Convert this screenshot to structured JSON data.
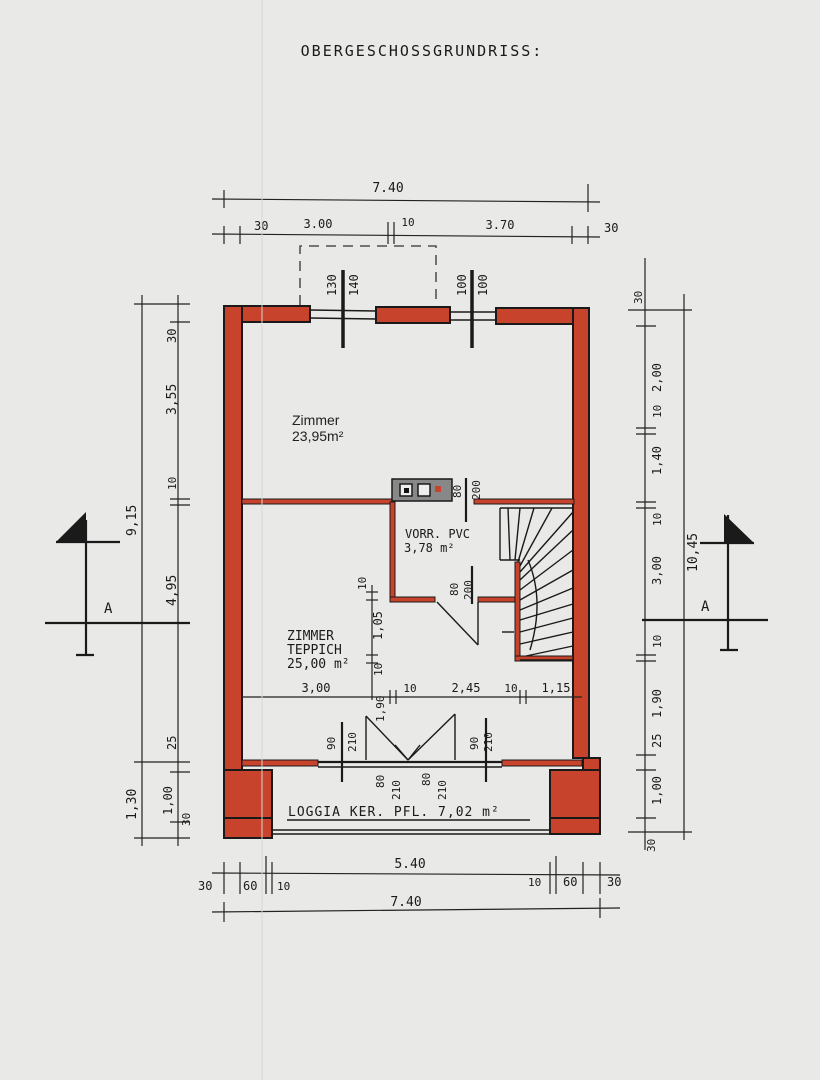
{
  "title": "OBERGESCHOSSGRUNDRISS:",
  "rooms": {
    "zimmer_top_name": "Zimmer",
    "zimmer_top_area": "23,95m²",
    "vorraum_name": "VORR. PVC",
    "vorraum_area": "3,78 m²",
    "zimmer_main_name": "ZIMMER",
    "zimmer_main_floor": "TEPPICH",
    "zimmer_main_area": "25,00 m²",
    "loggia": "LOGGIA KER. PFL. 7,02 m²"
  },
  "dims_top": {
    "overall": "7.40",
    "left_wall": "30",
    "left_seg": "3.00",
    "mid_wall": "10",
    "right_seg": "3.70",
    "right_wall": "30"
  },
  "windows_top": {
    "w1_width": "130",
    "w1_height": "140",
    "w2_width": "100",
    "w2_height": "100"
  },
  "door_vorr": {
    "width": "80",
    "height": "200"
  },
  "door_vorr2": {
    "width": "80",
    "height": "200"
  },
  "dims_left": {
    "overall": "9,15",
    "top_wall": "30",
    "seg1": "3,55",
    "seg2": "10",
    "seg3": "4,95",
    "seg4": "25",
    "loggia_total": "1,30",
    "loggia_seg": "1,00",
    "bottom_wall": "30"
  },
  "dims_right": {
    "overall": "10,45",
    "top_wall": "30",
    "seg1": "2,00",
    "seg2": "10",
    "seg3": "1,40",
    "seg4": "10",
    "seg5": "3,00",
    "seg6": "10",
    "seg7": "1,90",
    "seg8": "25",
    "seg9": "1,00",
    "bottom_wall": "30"
  },
  "dims_inner": {
    "a": "3,00",
    "b": "10",
    "c": "2,45",
    "d": "10",
    "e": "1,15",
    "v1": "10",
    "v2": "1,05",
    "v3": "10",
    "v4": "1,90"
  },
  "loggia_doors": {
    "d1_w": "90",
    "d1_h": "210",
    "d2_w": "80",
    "d2_h": "210",
    "d3_w": "80",
    "d3_h": "210",
    "d4_w": "90",
    "d4_h": "210"
  },
  "dims_bottom": {
    "inner": "5.40",
    "left_wall": "30",
    "left_pier": "60",
    "left_gap": "10",
    "right_gap": "10",
    "right_pier": "60",
    "right_wall": "30",
    "overall": "7.40"
  },
  "section_marker": {
    "left": "A",
    "right": "A"
  },
  "colors": {
    "wall": "#c8432b",
    "paper": "#e9e9e7"
  }
}
